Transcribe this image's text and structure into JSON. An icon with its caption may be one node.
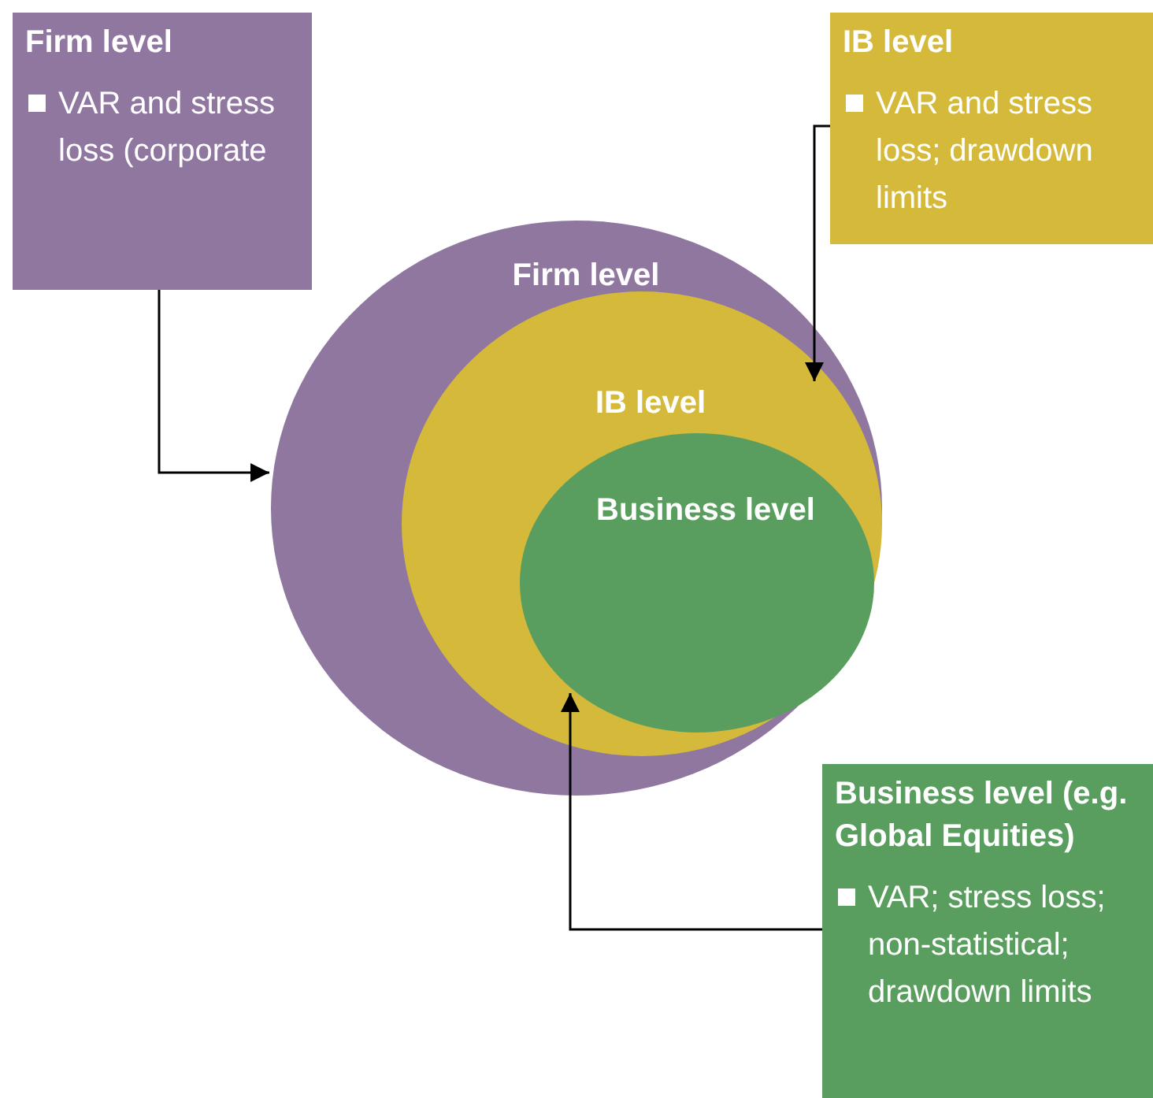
{
  "diagram": {
    "nodes": [
      {
        "text": [
          "Firm level",
          "VAR and stress loss (corporate"
        ]
      },
      {
        "text": [
          "IB level",
          "VAR and stress loss; drawdown limits"
        ]
      },
      {
        "text": [
          "Firm level"
        ]
      },
      {
        "text": [
          "IB level"
        ],
        "in": 2
      },
      {
        "text": [
          "Business level"
        ],
        "in": 3
      },
      {
        "text": [
          "Business level (e.g. Global Equities)",
          "VAR; stress loss; non-statistical; drawdown limits"
        ]
      }
    ],
    "edges": [
      {
        "from": 0,
        "to": 2,
        "arrow": "to"
      },
      {
        "from": 1,
        "to": 3,
        "arrow": "to"
      },
      {
        "from": 5,
        "to": 4,
        "arrow": "to"
      }
    ]
  }
}
